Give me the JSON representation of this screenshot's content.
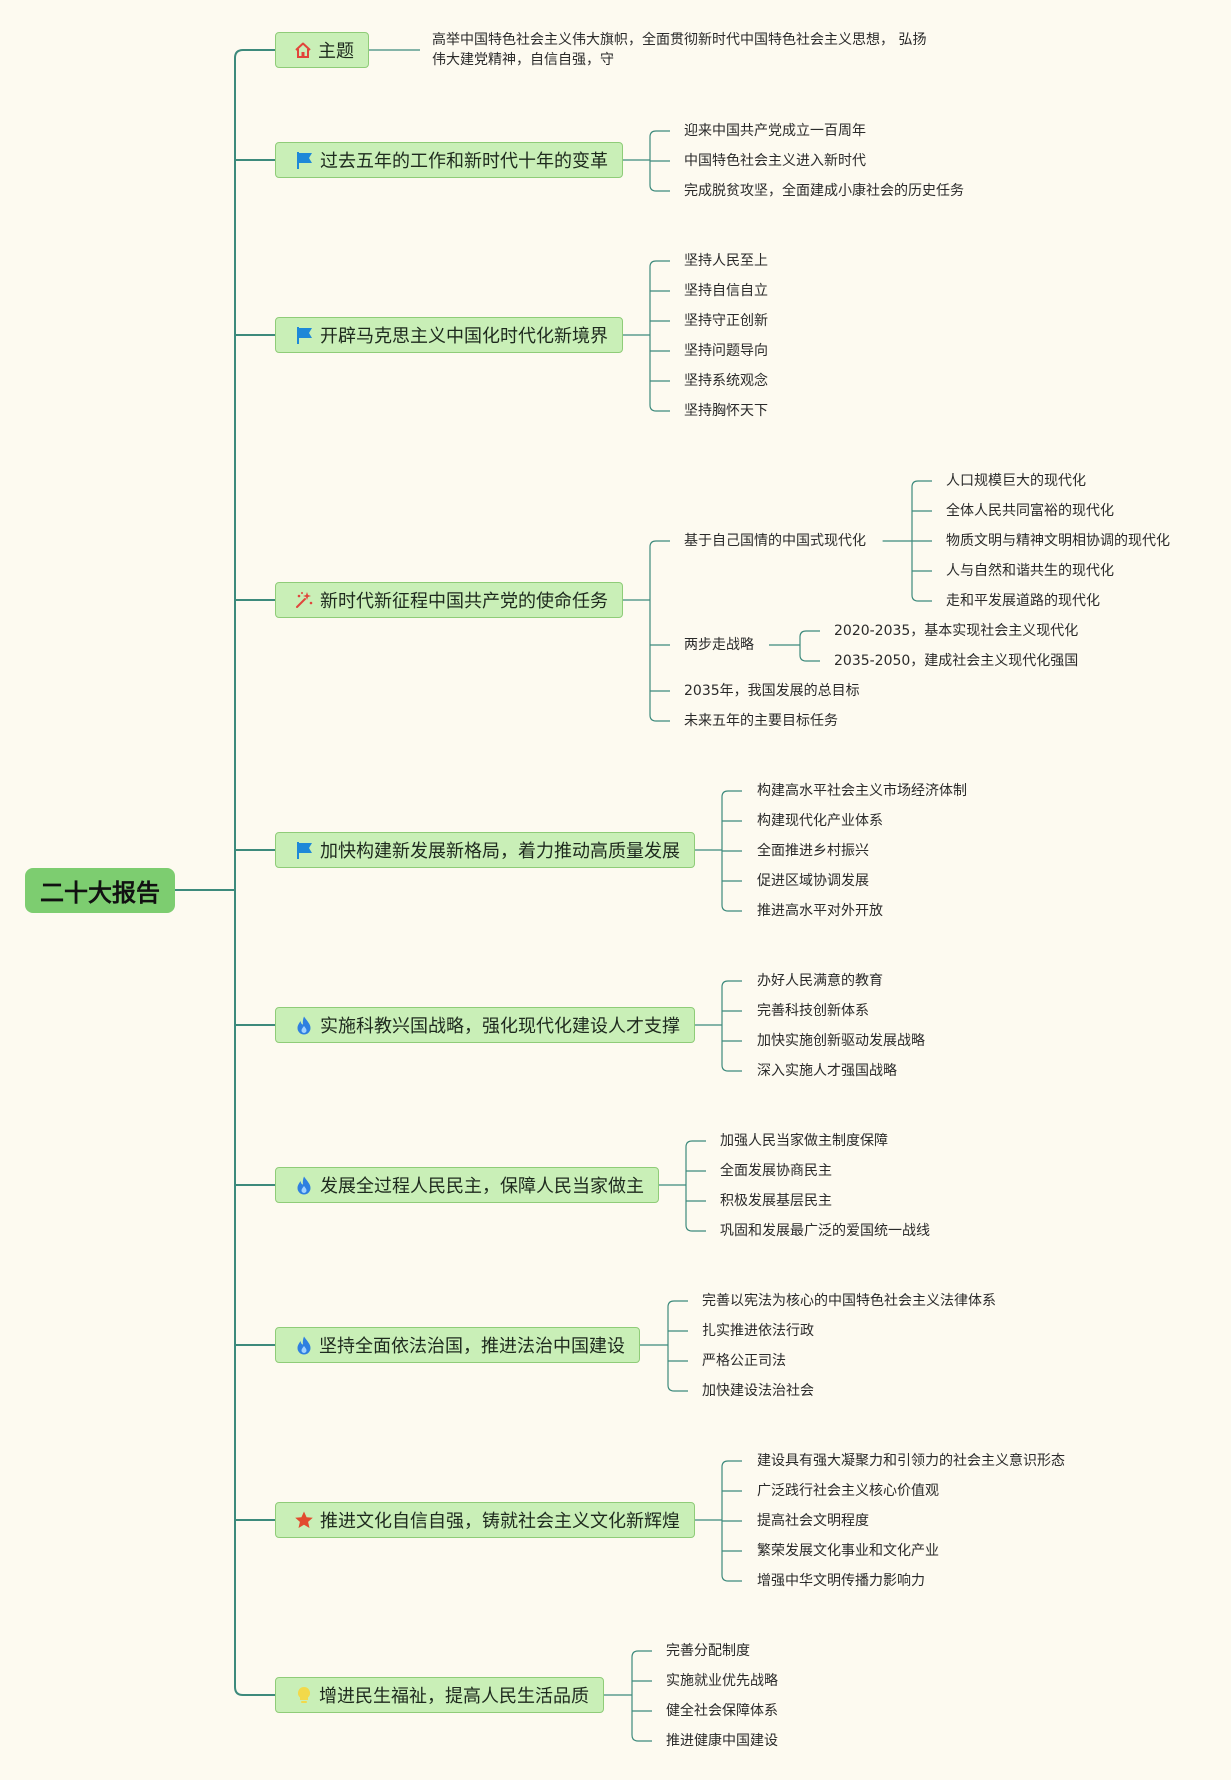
{
  "root": {
    "label": "二十大报告"
  },
  "topics": [
    {
      "label": "主题",
      "icon": "home-icon",
      "children": [
        {
          "label": "高举中国特色社会主义伟大旗帜，全面贯彻新时代中国特色社会主义思想， 弘扬伟大建党精神，自信自强，守"
        }
      ]
    },
    {
      "label": "过去五年的工作和新时代十年的变革",
      "icon": "flag-icon",
      "children": [
        {
          "label": "迎来中国共产党成立一百周年"
        },
        {
          "label": "中国特色社会主义进入新时代"
        },
        {
          "label": "完成脱贫攻坚，全面建成小康社会的历史任务"
        }
      ]
    },
    {
      "label": "开辟马克思主义中国化时代化新境界",
      "icon": "flag-icon",
      "children": [
        {
          "label": "坚持人民至上"
        },
        {
          "label": "坚持自信自立"
        },
        {
          "label": "坚持守正创新"
        },
        {
          "label": "坚持问题导向"
        },
        {
          "label": "坚持系统观念"
        },
        {
          "label": "坚持胸怀天下"
        }
      ]
    },
    {
      "label": "新时代新征程中国共产党的使命任务",
      "icon": "sparkle-icon",
      "children": [
        {
          "label": "基于自己国情的中国式现代化",
          "children": [
            {
              "label": "人口规模巨大的现代化"
            },
            {
              "label": "全体人民共同富裕的现代化"
            },
            {
              "label": "物质文明与精神文明相协调的现代化"
            },
            {
              "label": "人与自然和谐共生的现代化"
            },
            {
              "label": "走和平发展道路的现代化"
            }
          ]
        },
        {
          "label": "两步走战略",
          "children": [
            {
              "label": "2020-2035，基本实现社会主义现代化"
            },
            {
              "label": "2035-2050，建成社会主义现代化强国"
            }
          ]
        },
        {
          "label": "2035年，我国发展的总目标"
        },
        {
          "label": "未来五年的主要目标任务"
        }
      ]
    },
    {
      "label": "加快构建新发展新格局，着力推动高质量发展",
      "icon": "flag-icon",
      "children": [
        {
          "label": "构建高水平社会主义市场经济体制"
        },
        {
          "label": "构建现代化产业体系"
        },
        {
          "label": "全面推进乡村振兴"
        },
        {
          "label": "促进区域协调发展"
        },
        {
          "label": "推进高水平对外开放"
        }
      ]
    },
    {
      "label": "实施科教兴国战略，强化现代化建设人才支撑",
      "icon": "flame-icon",
      "children": [
        {
          "label": "办好人民满意的教育"
        },
        {
          "label": "完善科技创新体系"
        },
        {
          "label": "加快实施创新驱动发展战略"
        },
        {
          "label": "深入实施人才强国战略"
        }
      ]
    },
    {
      "label": "发展全过程人民民主，保障人民当家做主",
      "icon": "flame-icon",
      "children": [
        {
          "label": "加强人民当家做主制度保障"
        },
        {
          "label": "全面发展协商民主"
        },
        {
          "label": "积极发展基层民主"
        },
        {
          "label": "巩固和发展最广泛的爱国统一战线"
        }
      ]
    },
    {
      "label": "坚持全面依法治国，推进法治中国建设",
      "icon": "flame-icon",
      "children": [
        {
          "label": "完善以宪法为核心的中国特色社会主义法律体系"
        },
        {
          "label": "扎实推进依法行政"
        },
        {
          "label": "严格公正司法"
        },
        {
          "label": "加快建设法治社会"
        }
      ]
    },
    {
      "label": "推进文化自信自强，铸就社会主义文化新辉煌",
      "icon": "star-icon",
      "children": [
        {
          "label": "建设具有强大凝聚力和引领力的社会主义意识形态"
        },
        {
          "label": "广泛践行社会主义核心价值观"
        },
        {
          "label": "提高社会文明程度"
        },
        {
          "label": "繁荣发展文化事业和文化产业"
        },
        {
          "label": "增强中华文明传播力影响力"
        }
      ]
    },
    {
      "label": "增进民生福祉，提高人民生活品质",
      "icon": "lightbulb-icon",
      "children": [
        {
          "label": "完善分配制度"
        },
        {
          "label": "实施就业优先战略"
        },
        {
          "label": "健全社会保障体系"
        },
        {
          "label": "推进健康中国建设"
        }
      ]
    }
  ],
  "colors": {
    "background": "#fdfaf0",
    "connector": "#3d8a7c",
    "root_fill": "#7dcd70",
    "topic_fill": "#c9efb7",
    "topic_border": "#8fcc78",
    "flag": "#1e88d8",
    "flame": "#2f7fe0",
    "home": "#e2443a",
    "star": "#e24b2e",
    "sparkle": "#e0463c",
    "lightbulb": "#f2d94a"
  }
}
